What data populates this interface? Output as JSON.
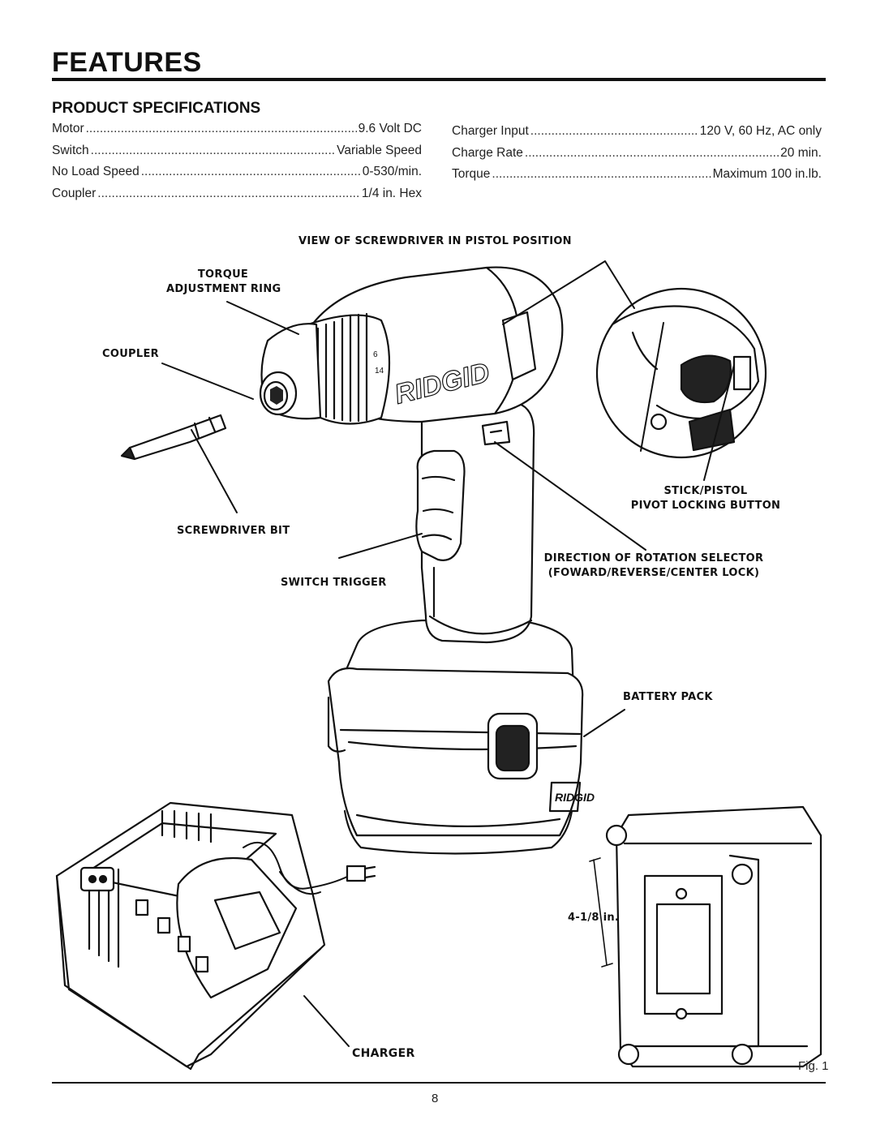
{
  "header": {
    "title": "FEATURES"
  },
  "specs": {
    "title": "PRODUCT SPECIFICATIONS",
    "left": [
      {
        "label": "Motor",
        "value": "9.6 Volt DC"
      },
      {
        "label": "Switch",
        "value": "Variable Speed"
      },
      {
        "label": "No Load Speed",
        "value": "0-530/min."
      },
      {
        "label": "Coupler",
        "value": "1/4 in. Hex"
      }
    ],
    "right": [
      {
        "label": "Charger Input",
        "value": "120 V, 60 Hz, AC only"
      },
      {
        "label": "Charge Rate",
        "value": "20 min."
      },
      {
        "label": "Torque",
        "value": "Maximum 100 in.lb."
      }
    ]
  },
  "figure": {
    "view_title": "VIEW OF SCREWDRIVER IN PISTOL POSITION",
    "torque_ring": [
      "TORQUE",
      "ADJUSTMENT RING"
    ],
    "coupler": "COUPLER",
    "screwdriver_bit": "SCREWDRIVER BIT",
    "switch_trigger": "SWITCH TRIGGER",
    "stick_pistol": [
      "STICK/PISTOL",
      "PIVOT LOCKING BUTTON"
    ],
    "direction_selector": [
      "DIRECTION OF ROTATION SELECTOR",
      "(FOWARD/REVERSE/CENTER LOCK)"
    ],
    "battery_pack": "BATTERY PACK",
    "dimension": "4-1/8 in.",
    "charger": "CHARGER",
    "brand_logo": "RIDGID",
    "fig_number": "Fig. 1"
  },
  "footer": {
    "page_number": "8"
  }
}
